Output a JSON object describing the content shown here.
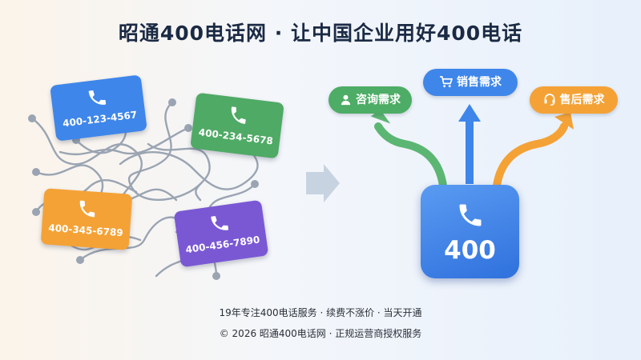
{
  "header": {
    "title": "昭通400电话网 · 让中国企业用好400电话"
  },
  "cards": [
    {
      "number": "400-123-4567",
      "color": "#3e86ea"
    },
    {
      "number": "400-234-5678",
      "color": "#4faa65"
    },
    {
      "number": "400-345-6789",
      "color": "#f4a236"
    },
    {
      "number": "400-456-7890",
      "color": "#7a58d4"
    }
  ],
  "categories": {
    "consult": {
      "label": "咨询需求",
      "icon": "user-icon",
      "color": "#4dac65"
    },
    "sales": {
      "label": "销售需求",
      "icon": "cart-icon",
      "color": "#3e86ea"
    },
    "aftersales": {
      "label": "售后需求",
      "icon": "headset-icon",
      "color": "#f4a236"
    }
  },
  "hub": {
    "label": "400",
    "icon": "phone-icon"
  },
  "footer": {
    "line1": "19年专注400电话服务 · 续费不涨价 · 当天开通",
    "line2": "© 2026 昭通400电话网 · 正规运营商授权服务"
  }
}
